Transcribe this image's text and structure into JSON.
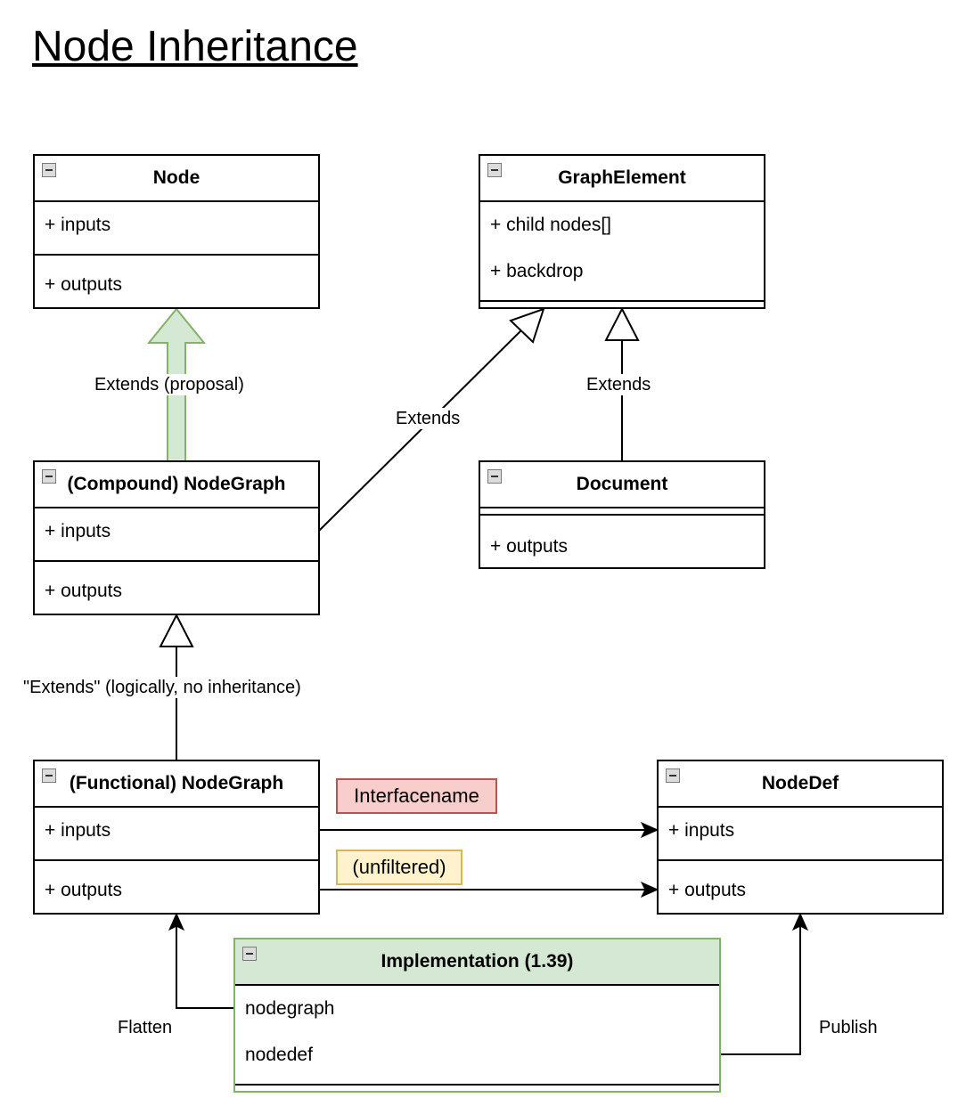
{
  "title": "Node Inheritance",
  "classes": {
    "node": {
      "name": "Node",
      "rows": [
        [
          "+ inputs"
        ],
        [
          "+ outputs"
        ]
      ]
    },
    "graph_element": {
      "name": "GraphElement",
      "rows": [
        [
          "+ child nodes[]",
          "+ backdrop"
        ],
        []
      ]
    },
    "compound": {
      "name": "(Compound) NodeGraph",
      "rows": [
        [
          "+ inputs"
        ],
        [
          "+ outputs"
        ]
      ]
    },
    "document": {
      "name": "Document",
      "rows": [
        [],
        [
          "+ outputs"
        ]
      ]
    },
    "functional": {
      "name": "(Functional) NodeGraph",
      "rows": [
        [
          "+ inputs"
        ],
        [
          "+ outputs"
        ]
      ]
    },
    "nodedef": {
      "name": "NodeDef",
      "rows": [
        [
          "+ inputs"
        ],
        [
          "+ outputs"
        ]
      ]
    },
    "implementation": {
      "name": "Implementation (1.39)",
      "rows": [
        [
          "nodegraph",
          "nodedef"
        ],
        []
      ]
    }
  },
  "edges": {
    "extends_proposal": "Extends (proposal)",
    "extends_graph": "Extends",
    "extends_document": "Extends",
    "extends_logical": "\"Extends\" (logically, no inheritance)",
    "flatten": "Flatten",
    "publish": "Publish"
  },
  "tags": {
    "interfacename": "Interfacename",
    "unfiltered": "(unfiltered)"
  },
  "colors": {
    "proposal_fill": "#d5e8d4",
    "proposal_stroke": "#82b366",
    "interfacename_fill": "#f8cecc",
    "interfacename_stroke": "#b85450",
    "unfiltered_fill": "#fff2cc",
    "unfiltered_stroke": "#d6b656"
  },
  "icons": {
    "collapse": "collapse-minus-icon"
  }
}
